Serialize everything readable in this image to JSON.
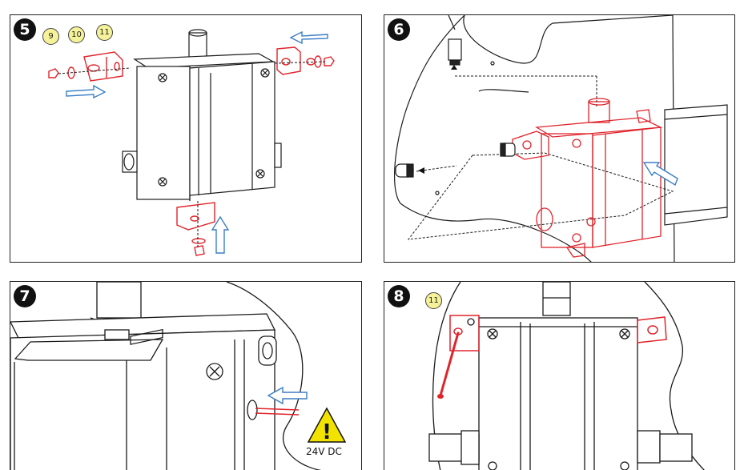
{
  "panels": [
    {
      "step": "5",
      "callouts": [
        "9",
        "10",
        "11"
      ]
    },
    {
      "step": "6"
    },
    {
      "step": "7",
      "warning_label": "24V DC",
      "warning_symbol": "!"
    },
    {
      "step": "8",
      "callouts": [
        "11"
      ]
    }
  ],
  "colors": {
    "part_highlight": "#e0242b",
    "arrow_blue": "#3b7fc4",
    "callout_fill": "#f6f29a",
    "warning_yellow": "#f2e200",
    "line": "#1a1a1a"
  }
}
